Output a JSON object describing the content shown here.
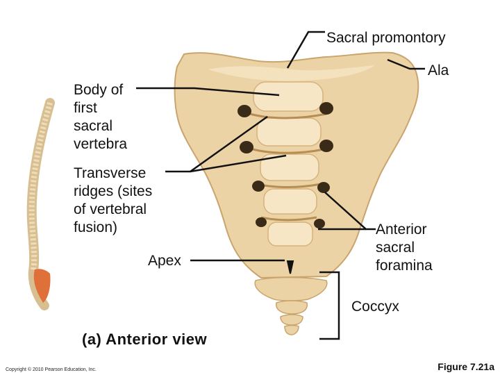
{
  "labels": {
    "sacral_promontory": "Sacral promontory",
    "ala": "Ala",
    "body_first_sacral": "Body of\nfirst\nsacral\nvertebra",
    "transverse_ridges": "Transverse\nridges (sites\nof vertebral\nfusion)",
    "apex": "Apex",
    "anterior_sacral_foramina": "Anterior\nsacral\nforamina",
    "coccyx": "Coccyx"
  },
  "caption": "(a) Anterior view",
  "copyright": "Copyright © 2010 Pearson Education, Inc.",
  "figure_number": "Figure 7.21a",
  "colors": {
    "bone": "#ecd3a6",
    "bone_shadow": "#c9a46c",
    "bone_light": "#f6e6c6",
    "coccyx_highlight": "#e0703a",
    "spine": "#efdcb8",
    "leader": "#111111"
  }
}
